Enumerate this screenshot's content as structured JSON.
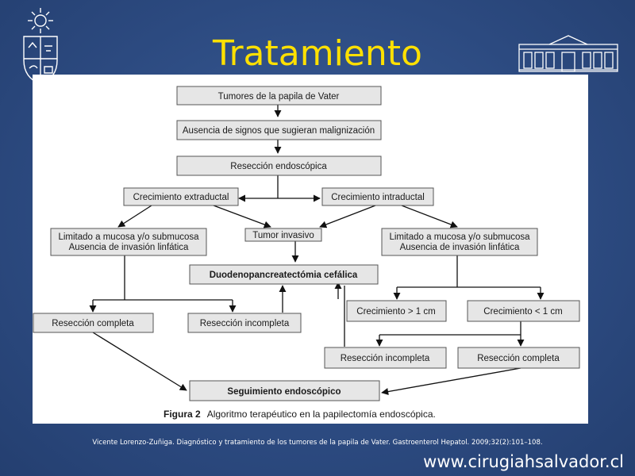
{
  "slide": {
    "title": "Tratamiento",
    "citation": "Vicente Lorenzo-Zuñiga. Diagnóstico y tratamiento de los tumores de la papila de Vater. Gastroenterol Hepatol. 2009;32(2):101–108.",
    "website": "www.cirugiahsalvador.cl"
  },
  "figure": {
    "caption_prefix": "Figura 2",
    "caption_text": "Algoritmo terapéutico en la papilectomía endoscópica."
  },
  "flowchart": {
    "tumores": "Tumores de la papila de Vater",
    "ausencia_signos": "Ausencia de signos que sugieran malignización",
    "reseccion_endoscopica": "Resección endoscópica",
    "crec_extraductal": "Crecimiento extraductal",
    "crec_intraductal": "Crecimiento intraductal",
    "limitado_left_1": "Limitado a mucosa y/o submucosa",
    "limitado_left_2": "Ausencia de invasión linfática",
    "tumor_invasivo": "Tumor invasivo",
    "limitado_right_1": "Limitado a mucosa y/o submucosa",
    "limitado_right_2": "Ausencia de invasión linfática",
    "duodeno": "Duodenopancreatectómia cefálica",
    "crec_mayor": "Crecimiento > 1 cm",
    "crec_menor": "Crecimiento < 1 cm",
    "res_completa_left": "Resección completa",
    "res_incompleta_left": "Resección incompleta",
    "res_incompleta_right": "Resección incompleta",
    "res_completa_right": "Resección completa",
    "seguimiento": "Seguimiento endoscópico"
  },
  "colors": {
    "title": "#ffe000",
    "background": "#2f4f85",
    "box_fill": "#e6e6e6",
    "box_stroke": "#555555"
  },
  "icons": {
    "left_logo": "university-crest-icon",
    "right_logo": "hospital-building-icon"
  }
}
